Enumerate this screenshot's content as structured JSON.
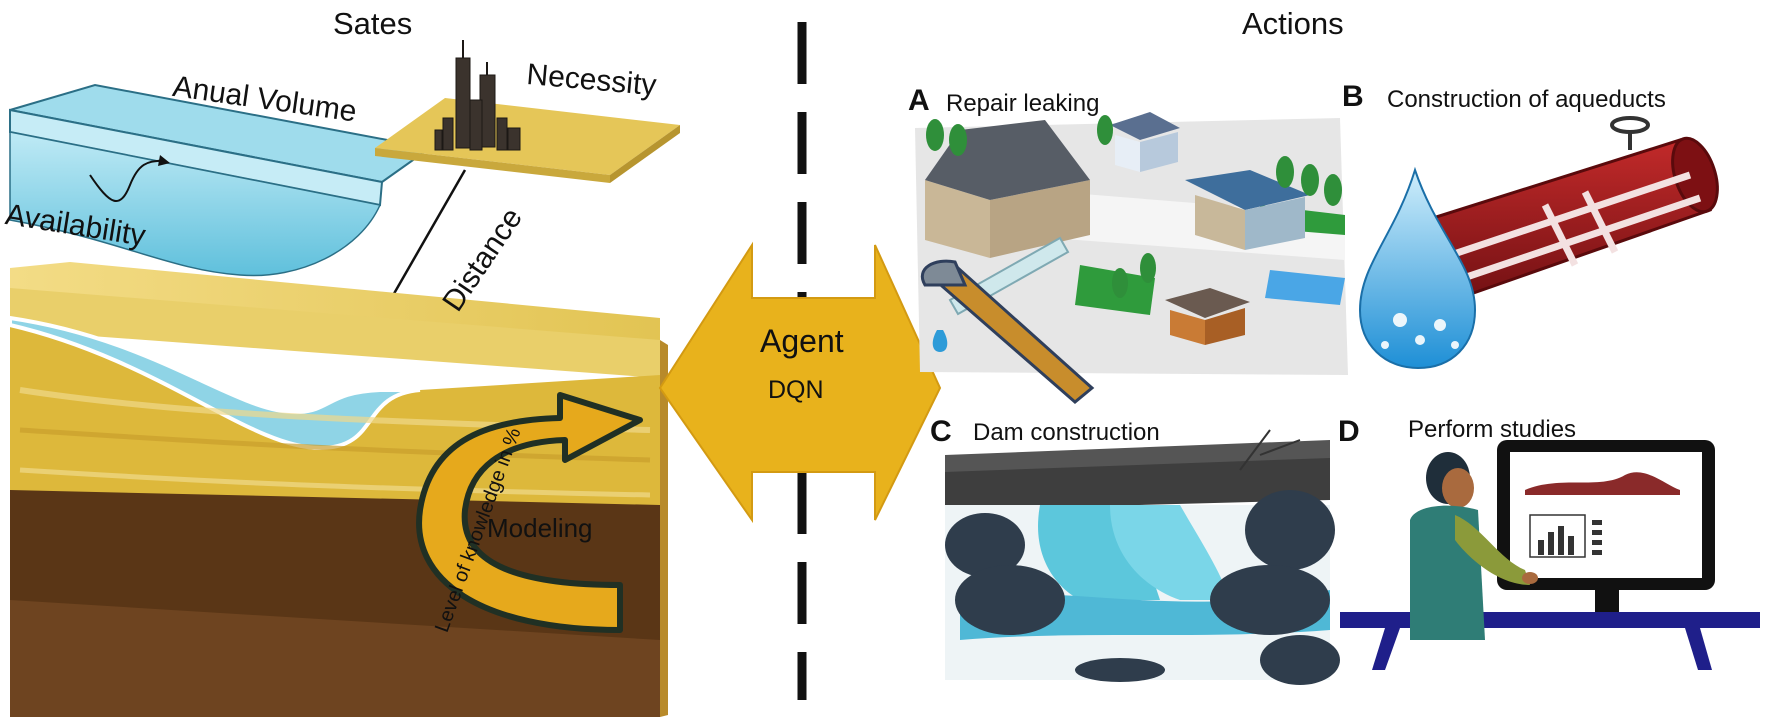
{
  "headers": {
    "states": "Sates",
    "actions": "Actions"
  },
  "states": {
    "annual_volume": "Anual Volume",
    "necessity": "Necessity",
    "availability": "Availability",
    "distance": "Distance",
    "modeling": "Modeling",
    "knowledge": "Level of knowledge in %"
  },
  "agent": {
    "title": "Agent",
    "subtitle": "DQN"
  },
  "actions": {
    "a": {
      "letter": "A",
      "label": "Repair leaking"
    },
    "b": {
      "letter": "B",
      "label": "Construction of aqueducts"
    },
    "c": {
      "letter": "C",
      "label": "Dam construction"
    },
    "d": {
      "letter": "D",
      "label": "Perform studies"
    }
  },
  "colors": {
    "water": "#7fd0e6",
    "sand": "#e2c453",
    "soil": "#5a3616",
    "agent": "#e8b21c",
    "pipe": "#8e1518",
    "desk": "#1f1f8a"
  }
}
